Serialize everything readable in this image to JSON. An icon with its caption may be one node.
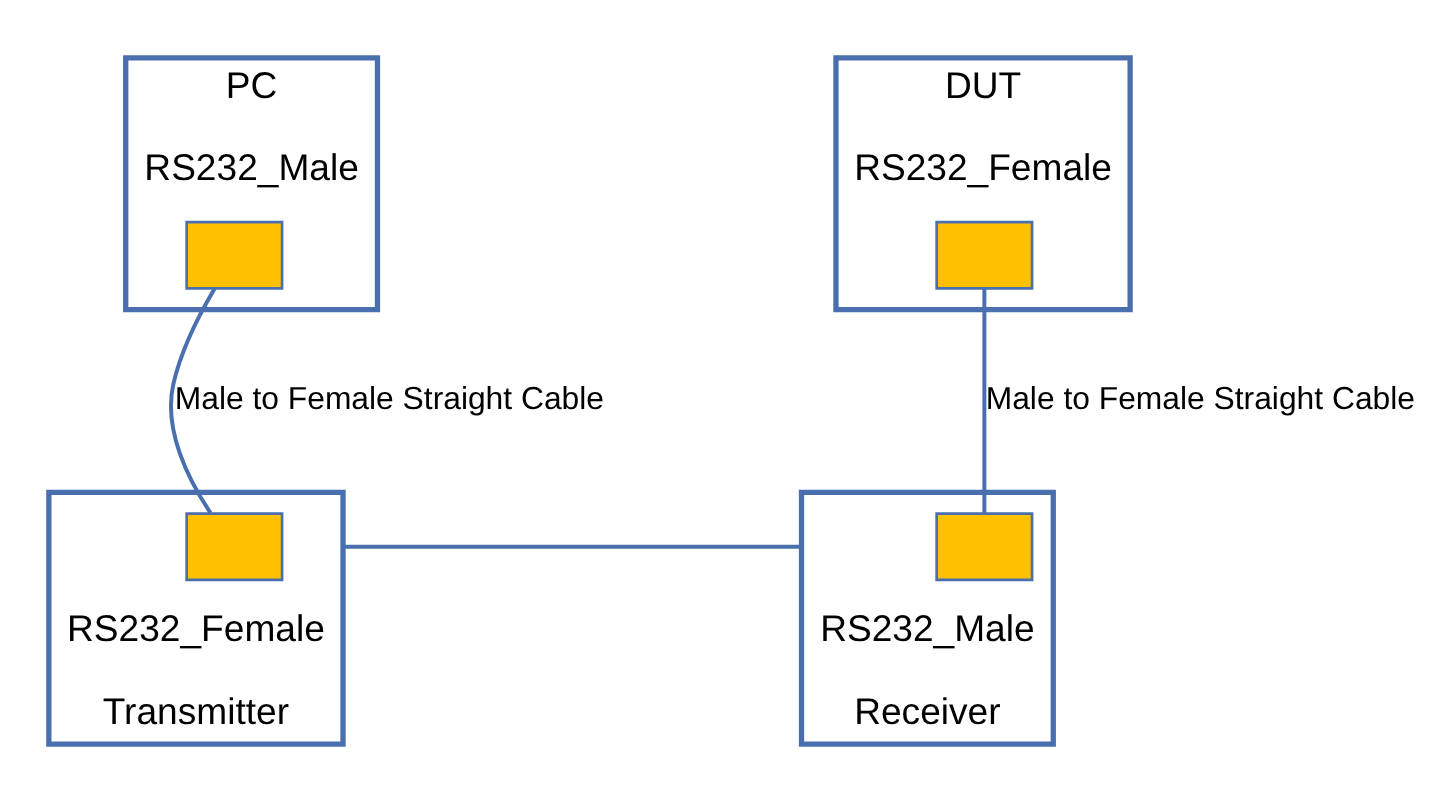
{
  "diagram": {
    "nodes": [
      {
        "text": [
          "PC",
          "RS232_Male"
        ]
      },
      {
        "text": [],
        "shape": "box",
        "in": 0
      },
      {
        "text": [
          "DUT",
          "RS232_Female"
        ]
      },
      {
        "text": [],
        "shape": "box",
        "in": 2
      },
      {
        "text": [
          "RS232_Female",
          "Transmitter"
        ]
      },
      {
        "text": [],
        "shape": "box",
        "in": 4
      },
      {
        "text": [
          "RS232_Male",
          "Receiver"
        ]
      },
      {
        "text": [],
        "shape": "box",
        "in": 6
      }
    ],
    "edges": [
      {
        "from": 1,
        "to": 5,
        "arrow": "none",
        "label": "Male to Female Straight Cable"
      },
      {
        "from": 3,
        "to": 7,
        "arrow": "none",
        "label": "Male to Female Straight Cable"
      },
      {
        "from": 4,
        "to": 6,
        "arrow": "none"
      }
    ]
  }
}
